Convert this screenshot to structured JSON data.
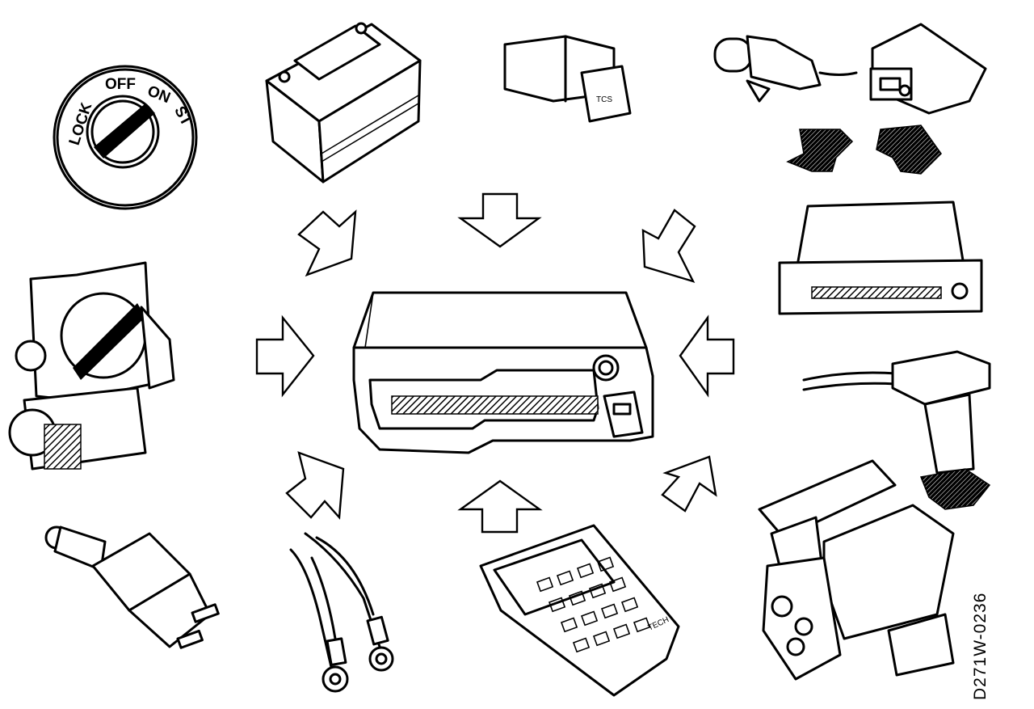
{
  "ignition_switch": {
    "labels": [
      "LOCK",
      "OFF",
      "ON",
      "ST"
    ]
  },
  "traction_switch": {
    "label": "TCS"
  },
  "scan_tool": {
    "label": "TECH"
  },
  "figure_id": "D271W-0236"
}
